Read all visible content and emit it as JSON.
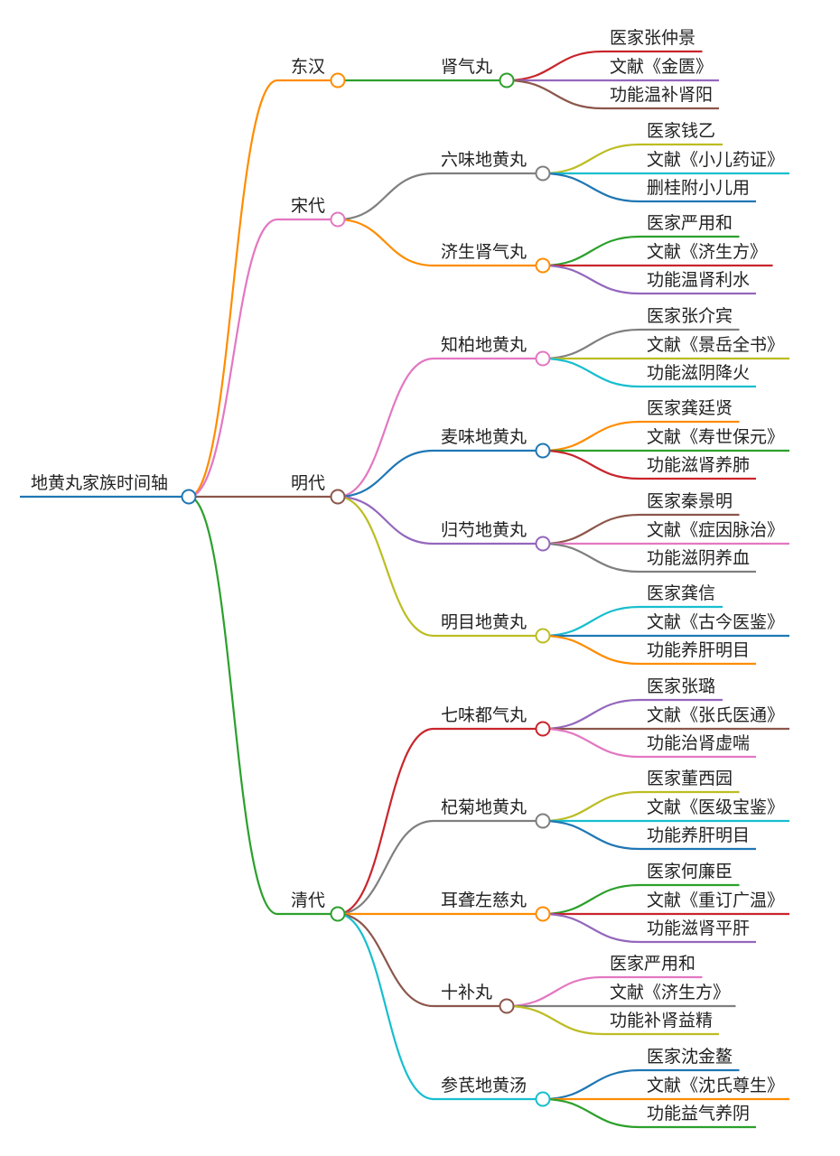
{
  "colors": {
    "orange": "#ff8c00",
    "green": "#2ca02c",
    "pink": "#e377c2",
    "brown": "#8c564b",
    "gray": "#7f7f7f",
    "red": "#c9252c",
    "purple": "#9467bd",
    "olive": "#bcbd22",
    "cyan": "#17becf",
    "blue": "#1f77b4"
  },
  "root": {
    "label": "地黄丸家族时间轴",
    "color": "blue"
  },
  "dynasties": [
    {
      "label": "东汉",
      "color": "orange",
      "formulas": [
        {
          "label": "肾气丸",
          "color": "green",
          "details": [
            {
              "label": "医家张仲景",
              "color": "red"
            },
            {
              "label": "文献《金匮》",
              "color": "purple"
            },
            {
              "label": "功能温补肾阳",
              "color": "brown"
            }
          ]
        }
      ]
    },
    {
      "label": "宋代",
      "color": "pink",
      "formulas": [
        {
          "label": "六味地黄丸",
          "color": "gray",
          "details": [
            {
              "label": "医家钱乙",
              "color": "olive"
            },
            {
              "label": "文献《小儿药证》",
              "color": "cyan"
            },
            {
              "label": "删桂附小儿用",
              "color": "blue"
            }
          ]
        },
        {
          "label": "济生肾气丸",
          "color": "orange",
          "details": [
            {
              "label": "医家严用和",
              "color": "green"
            },
            {
              "label": "文献《济生方》",
              "color": "red"
            },
            {
              "label": "功能温肾利水",
              "color": "purple"
            }
          ]
        }
      ]
    },
    {
      "label": "明代",
      "color": "brown",
      "formulas": [
        {
          "label": "知柏地黄丸",
          "color": "pink",
          "details": [
            {
              "label": "医家张介宾",
              "color": "gray"
            },
            {
              "label": "文献《景岳全书》",
              "color": "olive"
            },
            {
              "label": "功能滋阴降火",
              "color": "cyan"
            }
          ]
        },
        {
          "label": "麦味地黄丸",
          "color": "blue",
          "details": [
            {
              "label": "医家龚廷贤",
              "color": "orange"
            },
            {
              "label": "文献《寿世保元》",
              "color": "green"
            },
            {
              "label": "功能滋肾养肺",
              "color": "red"
            }
          ]
        },
        {
          "label": "归芍地黄丸",
          "color": "purple",
          "details": [
            {
              "label": "医家秦景明",
              "color": "brown"
            },
            {
              "label": "文献《症因脉治》",
              "color": "pink"
            },
            {
              "label": "功能滋阴养血",
              "color": "gray"
            }
          ]
        },
        {
          "label": "明目地黄丸",
          "color": "olive",
          "details": [
            {
              "label": "医家龚信",
              "color": "cyan"
            },
            {
              "label": "文献《古今医鉴》",
              "color": "blue"
            },
            {
              "label": "功能养肝明目",
              "color": "orange"
            }
          ]
        }
      ]
    },
    {
      "label": "清代",
      "color": "green",
      "formulas": [
        {
          "label": "七味都气丸",
          "color": "red",
          "details": [
            {
              "label": "医家张璐",
              "color": "purple"
            },
            {
              "label": "文献《张氏医通》",
              "color": "brown"
            },
            {
              "label": "功能治肾虚喘",
              "color": "pink"
            }
          ]
        },
        {
          "label": "杞菊地黄丸",
          "color": "gray",
          "details": [
            {
              "label": "医家董西园",
              "color": "olive"
            },
            {
              "label": "文献《医级宝鉴》",
              "color": "cyan"
            },
            {
              "label": "功能养肝明目",
              "color": "blue"
            }
          ]
        },
        {
          "label": "耳聋左慈丸",
          "color": "orange",
          "details": [
            {
              "label": "医家何廉臣",
              "color": "green"
            },
            {
              "label": "文献《重订广温》",
              "color": "red"
            },
            {
              "label": "功能滋肾平肝",
              "color": "purple"
            }
          ]
        },
        {
          "label": "十补丸",
          "color": "brown",
          "details": [
            {
              "label": "医家严用和",
              "color": "pink"
            },
            {
              "label": "文献《济生方》",
              "color": "gray"
            },
            {
              "label": "功能补肾益精",
              "color": "olive"
            }
          ]
        },
        {
          "label": "参芪地黄汤",
          "color": "cyan",
          "details": [
            {
              "label": "医家沈金鳌",
              "color": "blue"
            },
            {
              "label": "文献《沈氏尊生》",
              "color": "orange"
            },
            {
              "label": "功能益气养阴",
              "color": "green"
            }
          ]
        }
      ]
    }
  ]
}
